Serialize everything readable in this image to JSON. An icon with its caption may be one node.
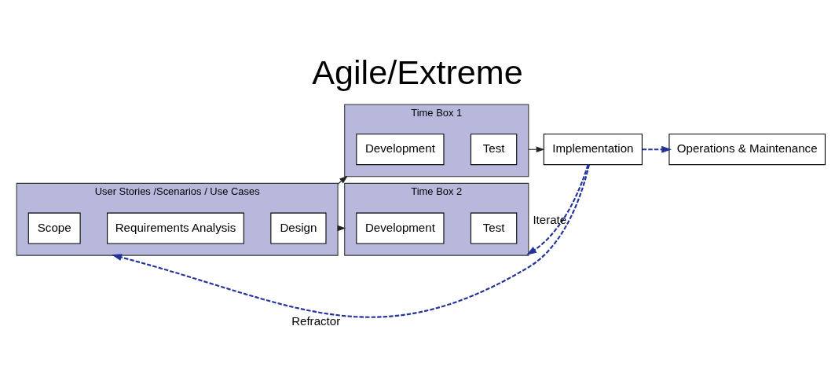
{
  "diagram": {
    "title": "Agile/Extreme",
    "nodes": [
      {
        "text": [
          "User Stories /Scenarios / Use Cases"
        ]
      },
      {
        "text": [
          "Scope"
        ],
        "in": 0
      },
      {
        "text": [
          "Requirements Analysis"
        ],
        "in": 0
      },
      {
        "text": [
          "Design"
        ],
        "in": 0
      },
      {
        "text": [
          "Time Box 1"
        ]
      },
      {
        "text": [
          "Development"
        ],
        "in": 4
      },
      {
        "text": [
          "Test"
        ],
        "in": 4
      },
      {
        "text": [
          "Time Box 2"
        ]
      },
      {
        "text": [
          "Development"
        ],
        "in": 7
      },
      {
        "text": [
          "Test"
        ],
        "in": 7
      },
      {
        "text": [
          "Implementation"
        ]
      },
      {
        "text": [
          "Operations & Maintenance"
        ]
      }
    ],
    "edges": [
      {
        "from": 0,
        "to": 4,
        "arrow": "to"
      },
      {
        "from": 0,
        "to": 7,
        "arrow": "to"
      },
      {
        "from": 4,
        "to": 10,
        "arrow": "to"
      },
      {
        "from": 10,
        "to": 11,
        "arrow": "to",
        "style": "dashed",
        "color": "#23339a"
      },
      {
        "from": 10,
        "to": 7,
        "arrow": "to",
        "label": "Iterate",
        "style": "dashed",
        "color": "#23339a"
      },
      {
        "from": 10,
        "to": 0,
        "arrow": "to",
        "label": "Refractor",
        "style": "dashed",
        "color": "#23339a"
      }
    ]
  }
}
